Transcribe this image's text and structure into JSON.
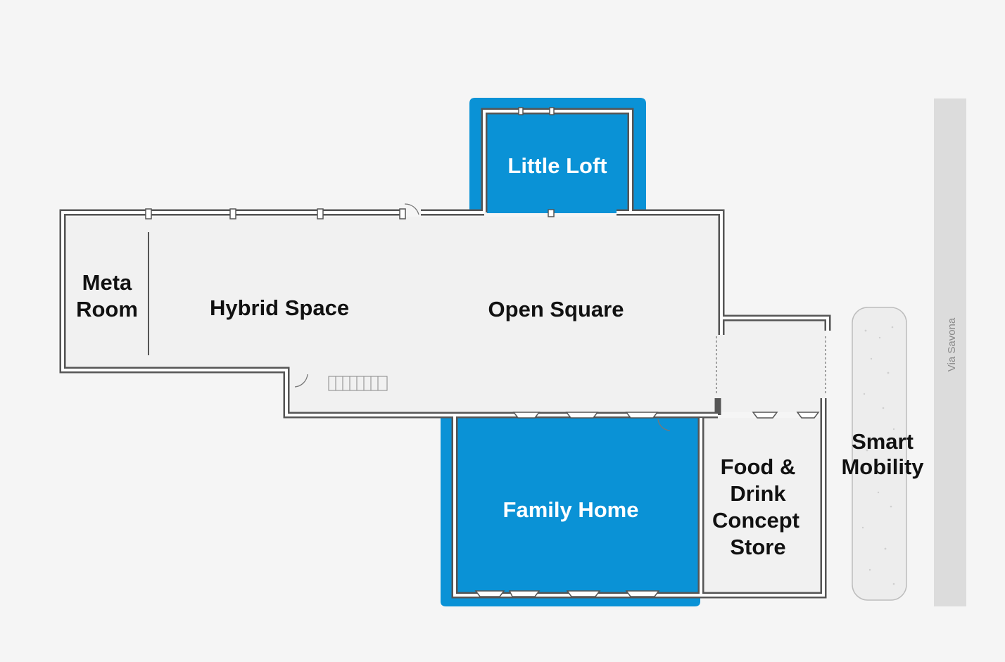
{
  "colors": {
    "background": "#f5f5f5",
    "highlight": "#0a92d6",
    "wall": "#555555",
    "wall_fill": "#ffffff",
    "street": "#dcdcdc"
  },
  "rooms": {
    "meta_room": {
      "line1": "Meta",
      "line2": "Room",
      "highlighted": false
    },
    "hybrid_space": {
      "label": "Hybrid Space",
      "highlighted": false
    },
    "open_square": {
      "label": "Open Square",
      "highlighted": false
    },
    "little_loft": {
      "label": "Little Loft",
      "highlighted": true
    },
    "family_home": {
      "label": "Family Home",
      "highlighted": true
    },
    "food_drink": {
      "line1": "Food &",
      "line2": "Drink",
      "line3": "Concept",
      "line4": "Store",
      "highlighted": false
    },
    "smart_mobility": {
      "line1": "Smart",
      "line2": "Mobility",
      "highlighted": false
    }
  },
  "street": {
    "name": "Via Savona"
  }
}
